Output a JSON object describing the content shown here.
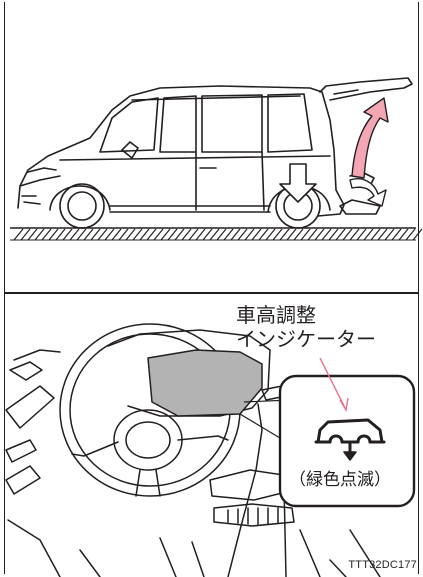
{
  "label": {
    "line1": "車高調整",
    "line2": "インジケーター"
  },
  "indicator": {
    "caption": "（緑色点滅）",
    "color_note": "#231f20"
  },
  "figure_code": "TTT32DC177",
  "colors": {
    "arrow_pink": "#f4a6b4",
    "arrow_pink_stroke": "#231f20",
    "leader_pink": "#e8718a",
    "display_gray": "#b3b3b3",
    "line": "#231f20"
  },
  "icons": {
    "up_arrow": "pink-curved-up-arrow-icon",
    "down_arrow": "white-down-arrow-icon",
    "ramp_arrow": "curved-ramp-arrow-icon",
    "vehicle_indicator": "vehicle-height-indicator-icon"
  }
}
